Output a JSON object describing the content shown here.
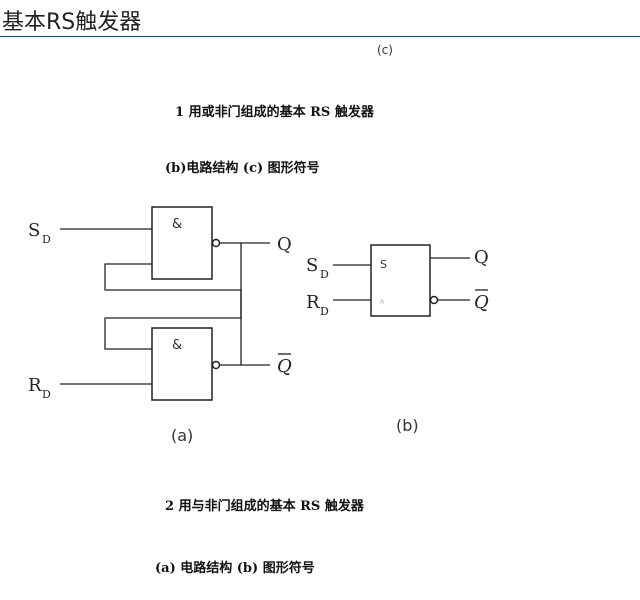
{
  "header": {
    "title": "基本RS触发器"
  },
  "corner_label": "(c)",
  "captions": {
    "section1": "1 用或非门组成的基本 RS 触发器",
    "section1_sub": "(b)电路结构 (c) 图形符号",
    "section2": "2 用与非门组成的基本 RS 触发器",
    "section2_sub": "(a) 电路结构 (b) 图形符号"
  },
  "circuit_a": {
    "top_gate": "&",
    "bottom_gate": "&",
    "input_s": "S",
    "input_s_sub": "D",
    "input_r": "R",
    "input_r_sub": "D",
    "output_q": "Q",
    "output_qbar": "Q",
    "label": "(a)"
  },
  "symbol_b": {
    "s_mark": "S",
    "r_mark": "R",
    "input_s": "S",
    "input_s_sub": "D",
    "input_r": "R",
    "input_r_sub": "D",
    "output_q": "Q",
    "output_qbar": "Q",
    "label": "(b)"
  }
}
